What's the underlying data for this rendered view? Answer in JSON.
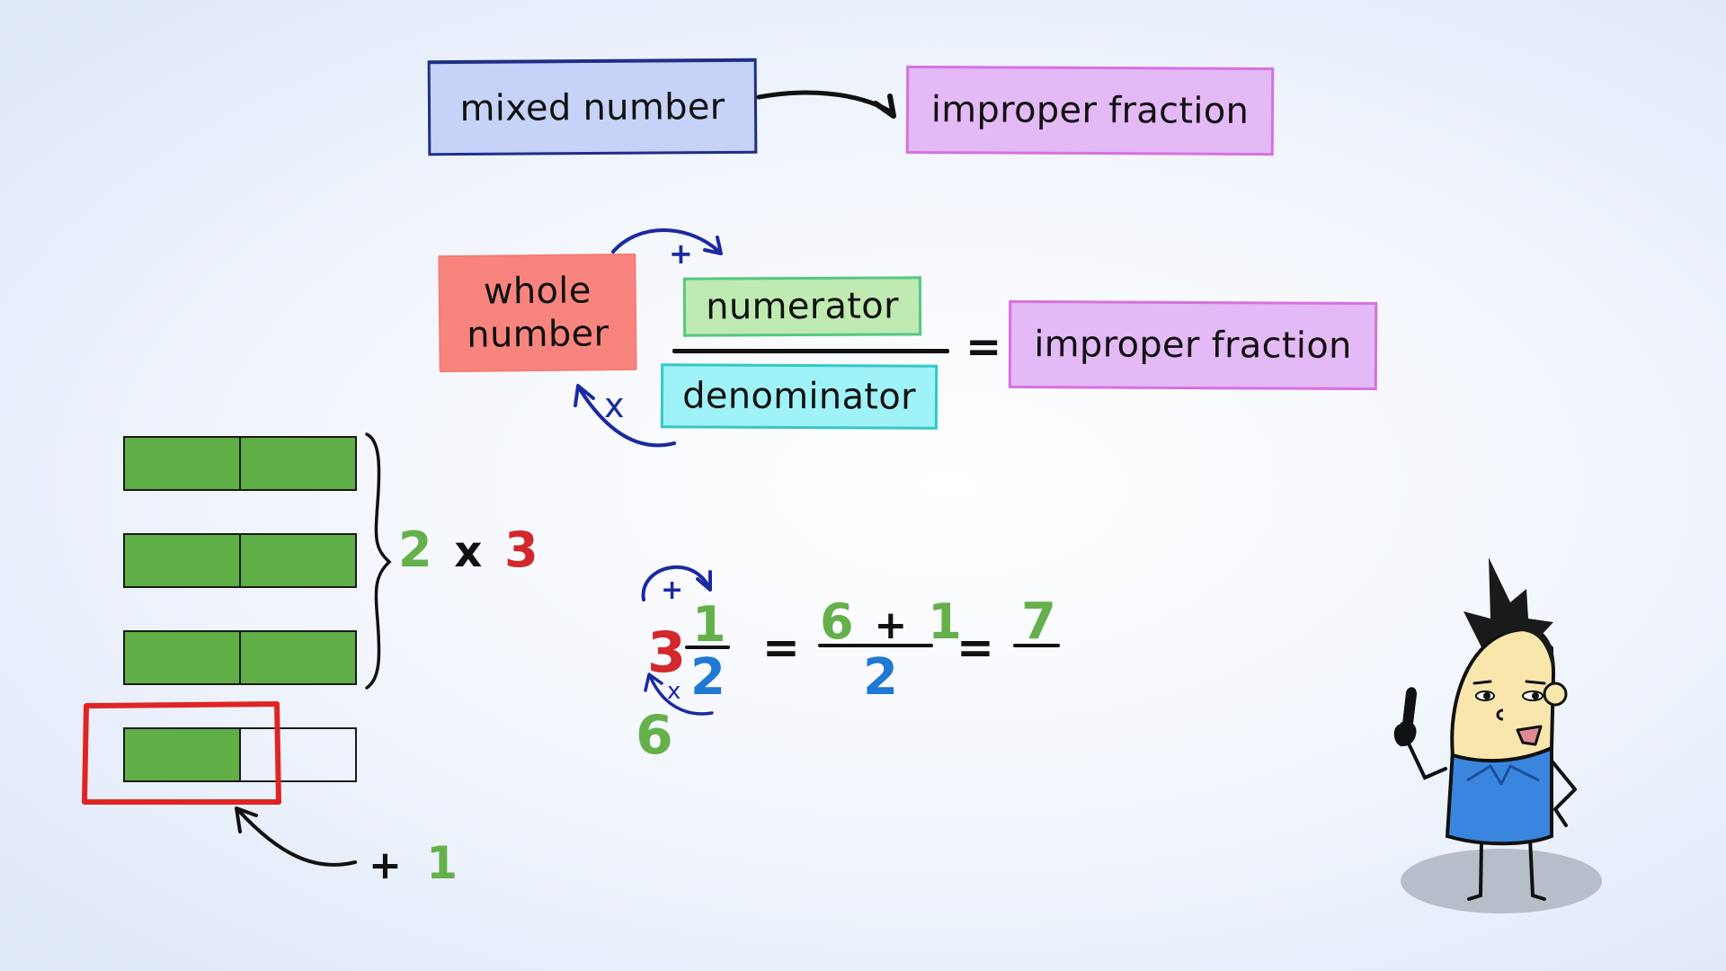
{
  "top_row": {
    "from_label": "mixed number",
    "to_label": "improper fraction"
  },
  "formula": {
    "whole_label": "whole number",
    "numerator_label": "numerator",
    "denominator_label": "denominator",
    "equals": "=",
    "result_label": "improper fraction",
    "plus_symbol": "+",
    "times_symbol": "x"
  },
  "bar_model": {
    "rows": [
      {
        "filled": 2,
        "total": 2
      },
      {
        "filled": 2,
        "total": 2
      },
      {
        "filled": 2,
        "total": 2
      },
      {
        "filled": 1,
        "total": 2
      }
    ],
    "brace_expr": {
      "a": "2",
      "op": "x",
      "b": "3"
    },
    "extra": {
      "op": "+",
      "value": "1"
    }
  },
  "example": {
    "whole": "3",
    "numerator": "1",
    "denominator": "2",
    "plus_symbol": "+",
    "times_symbol": "x",
    "product": "6",
    "equals1": "=",
    "step_numerator_a": "6",
    "step_numerator_op": "+",
    "step_numerator_b": "1",
    "step_denominator": "2",
    "equals2": "=",
    "result_numerator": "7"
  },
  "colors": {
    "green": "#65b04b",
    "red": "#d3282b",
    "blue": "#1f78d3",
    "navy": "#1b2aa0",
    "shirt": "#3a86df",
    "face": "#f8e6ad"
  }
}
